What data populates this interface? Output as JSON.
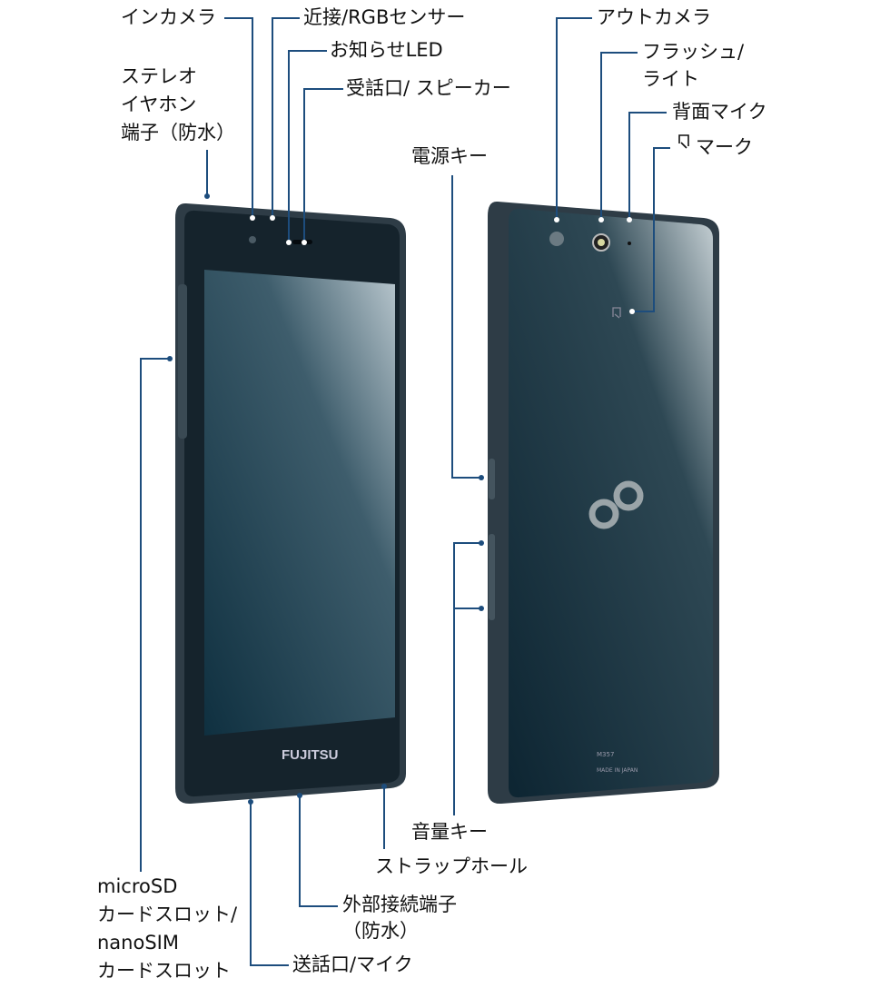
{
  "colors": {
    "leader": "#1d4d7d",
    "body": "#2c3a44",
    "glass": "#163444"
  },
  "labels": {
    "front_camera": "インカメラ",
    "proximity_sensor": "近接/RGBセンサー",
    "notification_led": "お知らせLED",
    "earpiece": "受話口/ スピーカー",
    "earphone_jack": [
      "ステレオ",
      "イヤホン",
      "端子（防水）"
    ],
    "power_key": "電源キー",
    "rear_camera": "アウトカメラ",
    "flash": [
      "フラッシュ/",
      "ライト"
    ],
    "rear_mic": "背面マイク",
    "felica_mark": "マーク",
    "card_slot": [
      "microSD",
      "カードスロット/",
      "nanoSIM",
      "カードスロット"
    ],
    "mouthpiece": "送話口/マイク",
    "external_port": [
      "外部接続端子",
      "（防水）"
    ],
    "strap_hole": "ストラップホール",
    "volume_key": "音量キー"
  },
  "device": {
    "front_logo": "FUJITSU",
    "model": "M357",
    "origin": "MADE IN JAPAN"
  }
}
